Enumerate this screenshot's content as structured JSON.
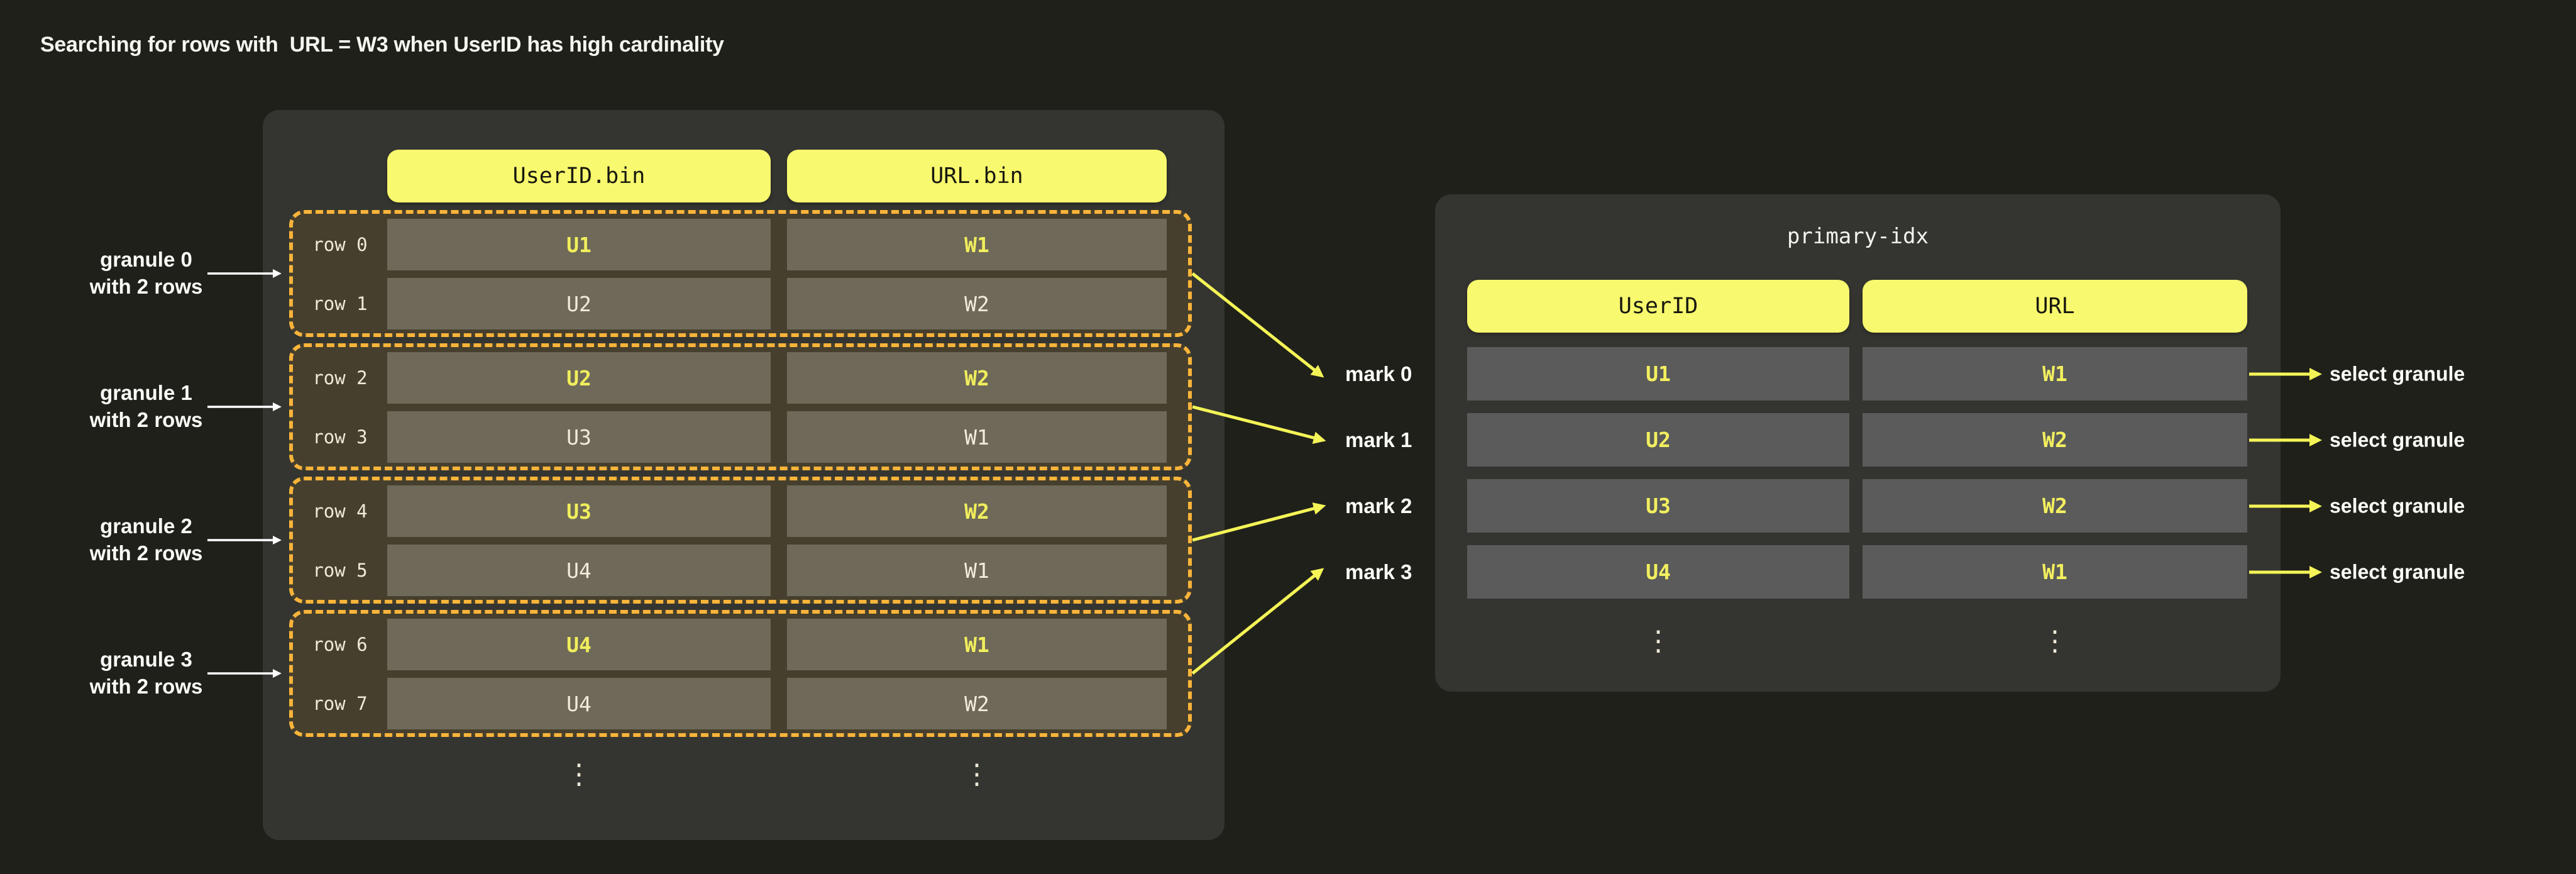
{
  "title": "Searching for rows with  URL = W3 when UserID has high cardinality",
  "colors": {
    "background": "#1f201a",
    "panel": "#343530",
    "header_pill_yellow": "#f8f96e",
    "granule_fill": "#463f2d",
    "granule_dashed_border": "#f9b43a",
    "bin_cell_fill": "#6e6958",
    "index_cell_fill": "#5a5b5a",
    "highlight_text_yellow": "#f0ee5c",
    "normal_cell_text": "#f2ecdc",
    "arrow_yellow": "#f4f457",
    "arrow_white": "#ffffff"
  },
  "main_table": {
    "column_headers": [
      "UserID.bin",
      "URL.bin"
    ],
    "granules": [
      {
        "label_line1": "granule 0",
        "label_line2": "with 2 rows",
        "rows": [
          {
            "row_label": "row 0",
            "userid": "U1",
            "url": "W1",
            "highlighted": true
          },
          {
            "row_label": "row 1",
            "userid": "U2",
            "url": "W2",
            "highlighted": false
          }
        ]
      },
      {
        "label_line1": "granule 1",
        "label_line2": "with 2 rows",
        "rows": [
          {
            "row_label": "row 2",
            "userid": "U2",
            "url": "W2",
            "highlighted": true
          },
          {
            "row_label": "row 3",
            "userid": "U3",
            "url": "W1",
            "highlighted": false
          }
        ]
      },
      {
        "label_line1": "granule 2",
        "label_line2": "with 2 rows",
        "rows": [
          {
            "row_label": "row 4",
            "userid": "U3",
            "url": "W2",
            "highlighted": true
          },
          {
            "row_label": "row 5",
            "userid": "U4",
            "url": "W1",
            "highlighted": false
          }
        ]
      },
      {
        "label_line1": "granule 3",
        "label_line2": "with 2 rows",
        "rows": [
          {
            "row_label": "row 6",
            "userid": "U4",
            "url": "W1",
            "highlighted": true
          },
          {
            "row_label": "row 7",
            "userid": "U4",
            "url": "W2",
            "highlighted": false
          }
        ]
      }
    ],
    "ellipsis": "⋮"
  },
  "marks": [
    "mark 0",
    "mark 1",
    "mark 2",
    "mark 3"
  ],
  "primary_index": {
    "title": "primary-idx",
    "column_headers": [
      "UserID",
      "URL"
    ],
    "rows": [
      {
        "userid": "U1",
        "url": "W1"
      },
      {
        "userid": "U2",
        "url": "W2"
      },
      {
        "userid": "U3",
        "url": "W2"
      },
      {
        "userid": "U4",
        "url": "W1"
      }
    ],
    "ellipsis": "⋮"
  },
  "select_labels": [
    "select granule",
    "select granule",
    "select granule",
    "select granule"
  ]
}
